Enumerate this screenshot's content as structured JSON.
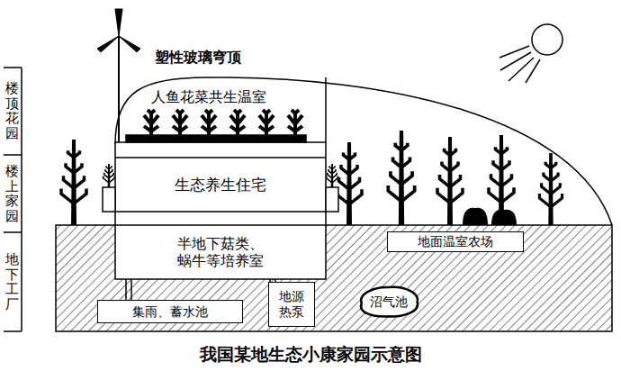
{
  "diagram": {
    "caption": "我国某地生态小康家园示意图",
    "nodes": [
      {
        "text": [
          "生态养生住宅"
        ]
      },
      {
        "text": [
          "半地下菇类、 蜗牛等培养室"
        ]
      },
      {
        "text": [
          "地面温室农场"
        ]
      },
      {
        "text": [
          "集雨、蓄水池"
        ]
      },
      {
        "text": [
          "地源 热泵"
        ]
      },
      {
        "text": [
          "沼气池"
        ]
      }
    ],
    "labels": [
      "塑性玻璃穹顶",
      "人鱼花菜共生温室",
      "楼顶花园",
      "楼上家园",
      "地下工厂"
    ]
  }
}
